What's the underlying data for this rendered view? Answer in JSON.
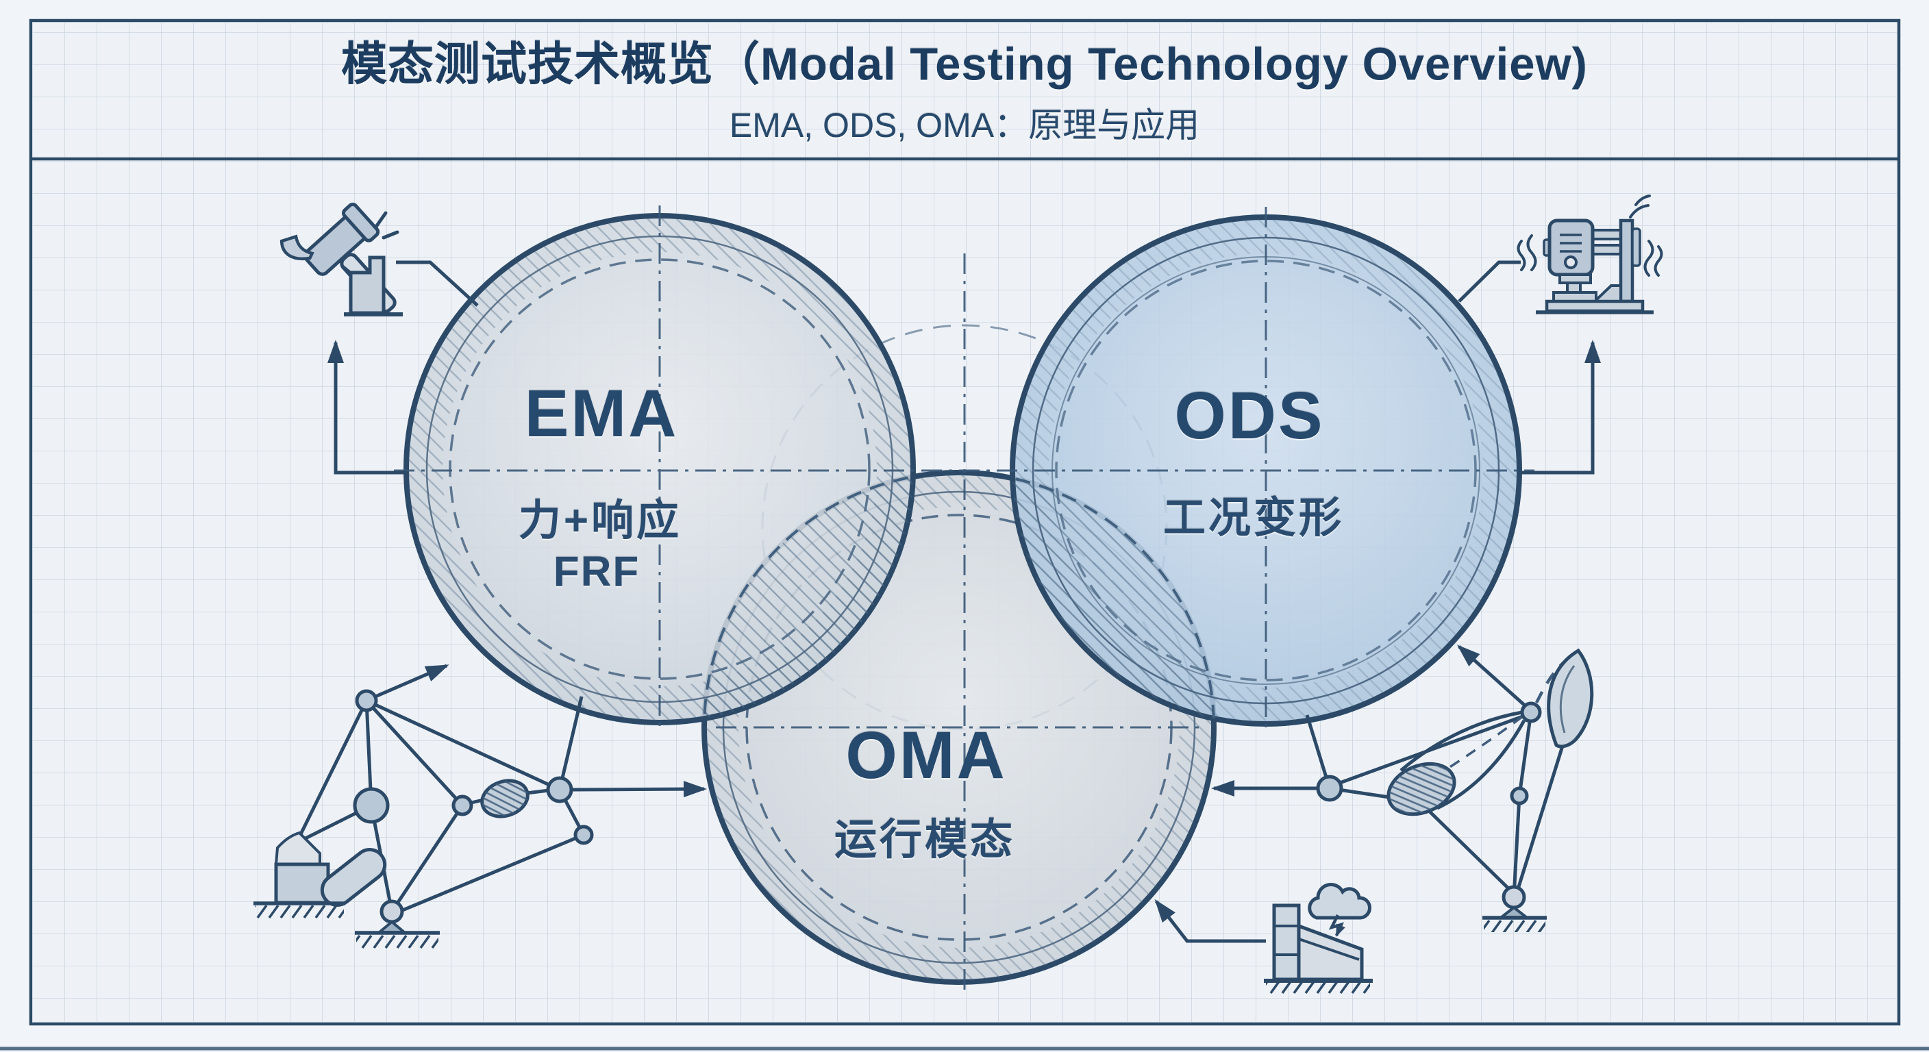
{
  "title": {
    "main": "模态测试技术概览（Modal Testing Technology Overview)",
    "subtitle": "EMA, ODS, OMA：原理与应用"
  },
  "venn": {
    "ema": {
      "acronym": "EMA",
      "line1": "力+响应",
      "line2": "FRF"
    },
    "ods": {
      "acronym": "ODS",
      "line1": "工况变形"
    },
    "oma": {
      "acronym": "OMA",
      "line1": "运行模态"
    }
  },
  "icons": {
    "hammer": "impact-hammer-icon",
    "shaker": "vibration-shaker-icon",
    "left_structure": "test-structure-graph-icon",
    "right_structure": "operating-structure-blade-icon",
    "building": "building-wind-excitation-icon",
    "cloud": "wind-cloud-icon"
  },
  "colors": {
    "ink": "#2c4a68",
    "title_text": "#1c3d60",
    "ema_fill": "#cdd5dd",
    "ods_fill": "#b4cade",
    "oma_fill": "#d0d6dc",
    "background": "#eef2f7",
    "grid": "#cbd4e0"
  }
}
